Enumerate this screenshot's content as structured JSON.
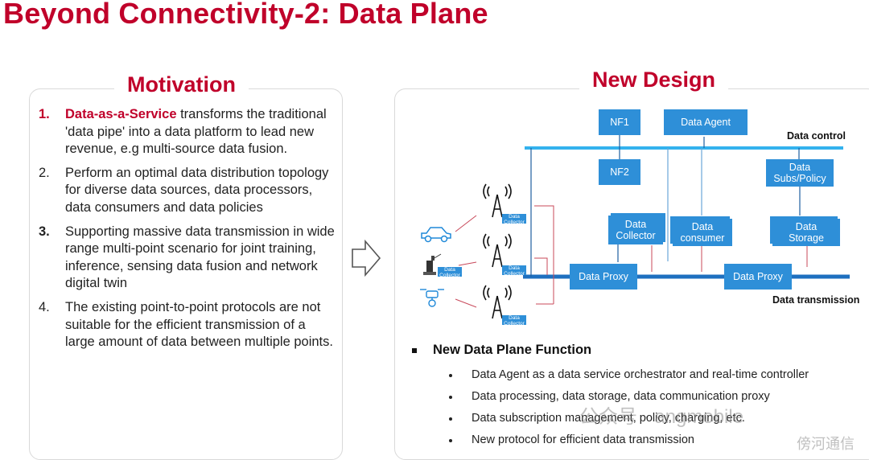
{
  "title": "Beyond Connectivity-2: Data Plane",
  "motivation": {
    "heading": "Motivation",
    "items": [
      {
        "num": "1.",
        "parts": [
          [
            "Data-as-a-Service",
            "hl"
          ],
          [
            " transforms the traditional 'data pipe' into a data platform to lead ",
            ""
          ],
          [
            "new revenue,",
            "b"
          ],
          [
            " e.g multi-source data fusion.",
            ""
          ]
        ]
      },
      {
        "num": "2.",
        "parts": [
          [
            "Perform an ",
            ""
          ],
          [
            "optimal data distribution topology",
            "b"
          ],
          [
            " for diverse data sources, data processors, data consumers and data policies",
            ""
          ]
        ]
      },
      {
        "num": "3.",
        "parts": [
          [
            "Supporting massive data transmission",
            "b"
          ],
          [
            " in wide range multi-point scenario for joint training, inference, sensing data fusion and network digital twin",
            ""
          ]
        ]
      },
      {
        "num": "4.",
        "parts": [
          [
            "The existing point-to-point protocols are not suitable for the ",
            ""
          ],
          [
            "efficient transmission of a large amount of data between multiple points",
            "b"
          ],
          [
            ".",
            ""
          ]
        ]
      }
    ]
  },
  "design": {
    "heading": "New Design",
    "diagram": {
      "nf1": "NF1",
      "nf2": "NF2",
      "data_agent": "Data Agent",
      "data_subs_policy": "Data Subs/Policy",
      "data_collector": "Data Collector",
      "data_consumer": "Data consumer",
      "data_storage": "Data Storage",
      "proxy_1": "Data Proxy",
      "proxy_2": "Data Proxy",
      "data_control_label": "Data control",
      "data_transmission_label": "Data transmission",
      "tower_collector": "Data Collector",
      "device_collector": "Data Collector"
    },
    "function_heading": "New Data Plane Function",
    "function_items": [
      "Data Agent as a data service orchestrator and real-time controller",
      "Data processing, data storage, data communication proxy",
      "Data subscription management, policy, charging, etc.",
      "New protocol for efficient data transmission"
    ]
  },
  "watermark": "公众号 · angmobile",
  "watermark2": "傍河通信"
}
